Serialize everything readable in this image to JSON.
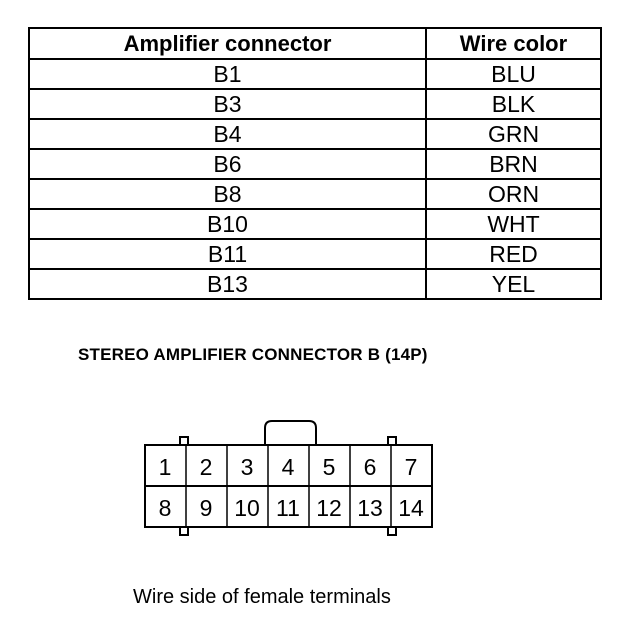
{
  "table": {
    "headers": {
      "connector": "Amplifier connector",
      "color": "Wire color"
    },
    "rows": [
      {
        "connector": "B1",
        "color": "BLU"
      },
      {
        "connector": "B3",
        "color": "BLK"
      },
      {
        "connector": "B4",
        "color": "GRN"
      },
      {
        "connector": "B6",
        "color": "BRN"
      },
      {
        "connector": "B8",
        "color": "ORN"
      },
      {
        "connector": "B10",
        "color": "WHT"
      },
      {
        "connector": "B11",
        "color": "RED"
      },
      {
        "connector": "B13",
        "color": "YEL"
      }
    ]
  },
  "connector": {
    "title": "STEREO AMPLIFIER CONNECTOR B (14P)",
    "top_row": [
      "1",
      "2",
      "3",
      "4",
      "5",
      "6",
      "7"
    ],
    "bottom_row": [
      "8",
      "9",
      "10",
      "11",
      "12",
      "13",
      "14"
    ],
    "caption": "Wire side of female terminals"
  }
}
